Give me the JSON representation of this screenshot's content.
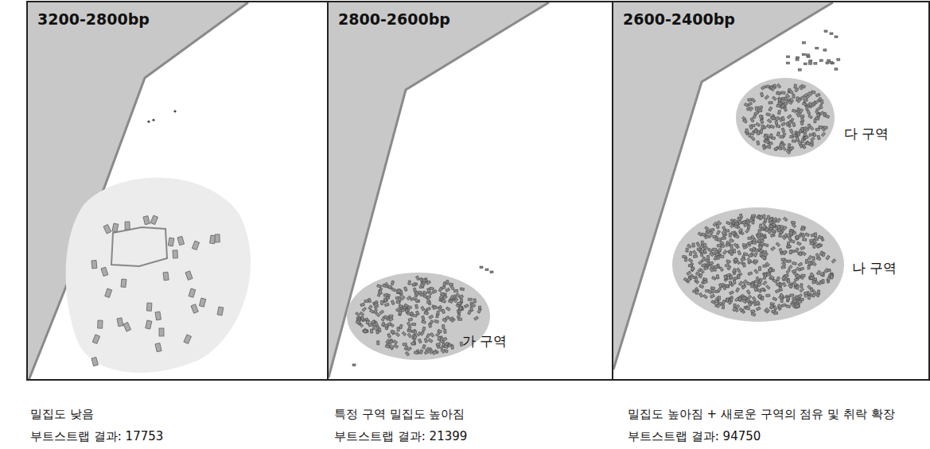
{
  "diagram": {
    "nodes": [
      {
        "text": [
          "3200-2800bp"
        ]
      },
      {
        "text": [
          "2800-2600bp"
        ]
      },
      {
        "text": [
          "가 구역"
        ],
        "in": 1
      },
      {
        "text": [
          "2600-2400bp"
        ]
      },
      {
        "text": [
          "다 구역"
        ],
        "in": 3
      },
      {
        "text": [
          "나 구역"
        ],
        "in": 3
      }
    ],
    "labels": [
      "밀집도 낮음",
      "부트스트랩 결과: 17753",
      "특정 구역 밀집도 높아짐",
      "부트스트랩 결과: 21399",
      "밀집도 높아짐 + 새로운 구역의 점유 및 취락 확장",
      "부트스트랩 결과: 94750"
    ]
  }
}
